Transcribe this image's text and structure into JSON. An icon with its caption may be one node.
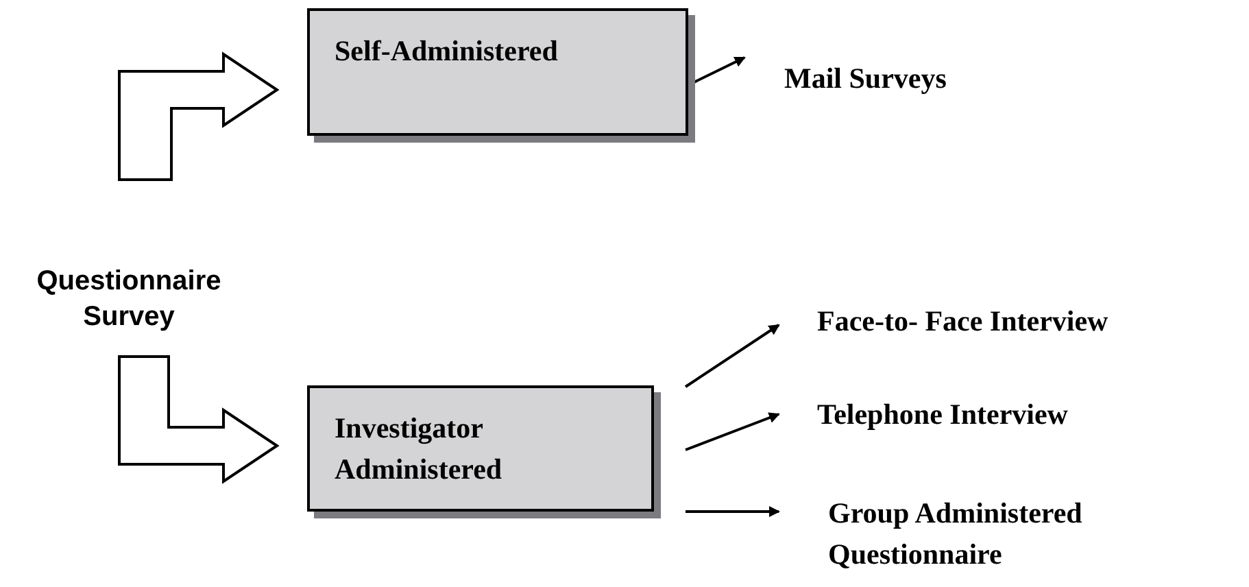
{
  "diagram": {
    "nodes": [
      {
        "text": [
          "Questionnaire Survey"
        ]
      },
      {
        "text": [
          "Self-Administered"
        ]
      },
      {
        "text": [
          "Mail Surveys"
        ]
      },
      {
        "text": [
          "Investigator Administered"
        ]
      },
      {
        "text": [
          "Face-to- Face Interview"
        ]
      },
      {
        "text": [
          "Telephone Interview"
        ]
      },
      {
        "text": [
          "Group Administered Questionnaire"
        ]
      }
    ],
    "edges": [
      {
        "from": 0,
        "to": 1,
        "arrow": "to",
        "style": "thick"
      },
      {
        "from": 0,
        "to": 3,
        "arrow": "to",
        "style": "thick"
      },
      {
        "from": 1,
        "to": 2,
        "arrow": "to"
      },
      {
        "from": 3,
        "to": 4,
        "arrow": "to"
      },
      {
        "from": 3,
        "to": 5,
        "arrow": "to"
      },
      {
        "from": 3,
        "to": 6,
        "arrow": "to"
      }
    ]
  }
}
